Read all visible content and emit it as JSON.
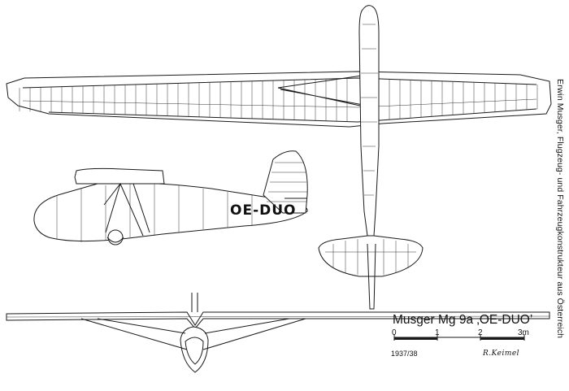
{
  "caption": "Erwin Musger, Flugzeug- und Fahrzeugkonstrukteur aus Österreich",
  "title": "Musger Mg 9a ‚OE-DUO’",
  "registration": "OE-DUO",
  "scale": {
    "labels": [
      "0",
      "1",
      "2",
      "3m"
    ]
  },
  "year": "1937/38",
  "signature": "R.Keimel"
}
